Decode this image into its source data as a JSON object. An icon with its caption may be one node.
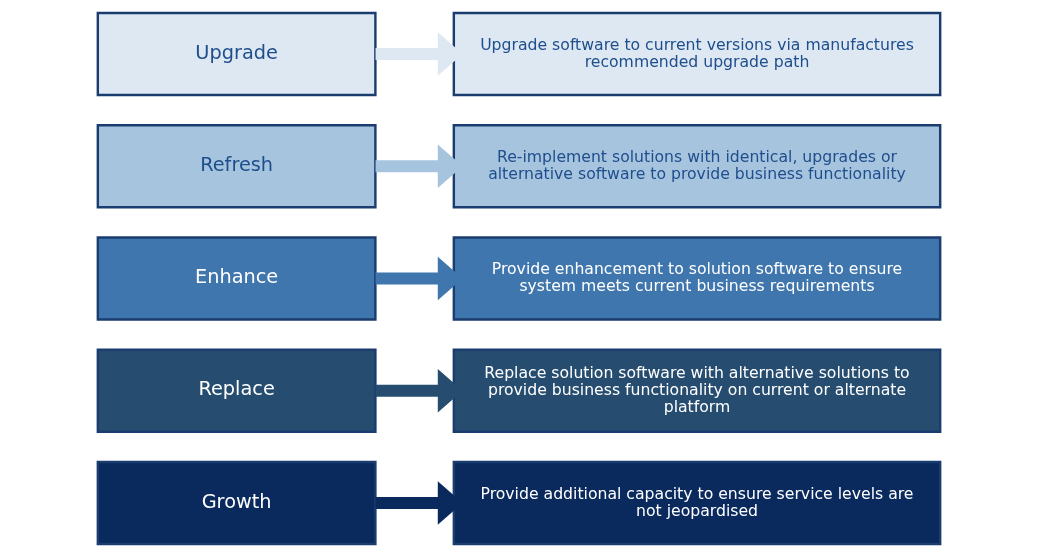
{
  "diagram": {
    "nodes": [
      {
        "text": [
          "Upgrade"
        ]
      },
      {
        "text": [
          "Upgrade software to current versions via manufactures recommended upgrade path"
        ]
      },
      {
        "text": [
          "Refresh"
        ]
      },
      {
        "text": [
          "Re-implement solutions with identical, upgrades or alternative software to provide business functionality"
        ]
      },
      {
        "text": [
          "Enhance"
        ]
      },
      {
        "text": [
          "Provide enhancement to solution software to ensure system meets current business requirements"
        ]
      },
      {
        "text": [
          "Replace"
        ]
      },
      {
        "text": [
          "Replace solution software with alternative solutions to provide business functionality on current or alternate platform"
        ]
      },
      {
        "text": [
          "Growth"
        ]
      },
      {
        "text": [
          "Provide additional capacity to ensure service levels are not jeopardised"
        ]
      }
    ],
    "edges": [
      {
        "from": 0,
        "to": 1,
        "arrow": "to",
        "color": "#dde8f3"
      },
      {
        "from": 2,
        "to": 3,
        "arrow": "to",
        "color": "#a7c4df"
      },
      {
        "from": 4,
        "to": 5,
        "arrow": "to",
        "color": "#3f76ad"
      },
      {
        "from": 6,
        "to": 7,
        "arrow": "to",
        "color": "#264d70"
      },
      {
        "from": 8,
        "to": 9,
        "arrow": "to",
        "color": "#0a2a5e"
      }
    ]
  }
}
